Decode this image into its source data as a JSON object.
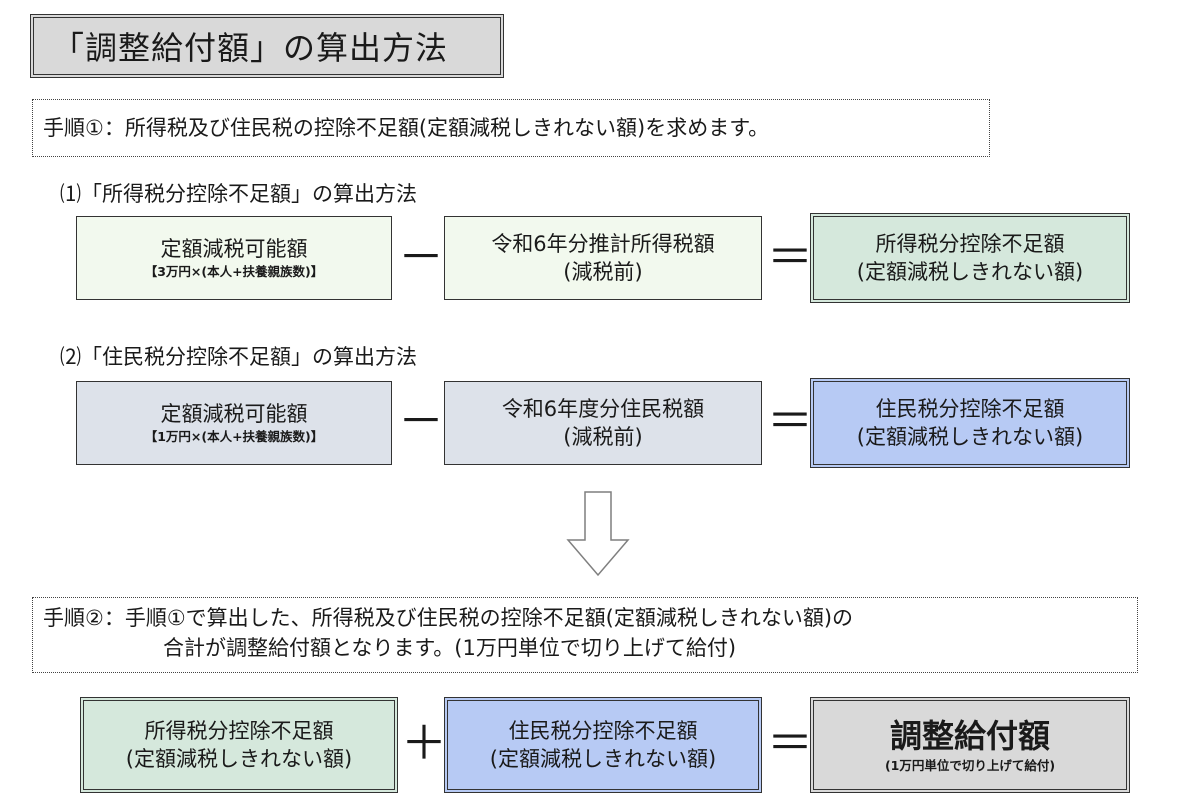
{
  "title": "「調整給付額」の算出方法",
  "step1": {
    "text": "手順①：所得税及び住民税の控除不足額(定額減税しきれない額)を求めます。"
  },
  "section1": {
    "heading": "⑴「所得税分控除不足額」の算出方法",
    "box_a": {
      "line1": "定額減税可能額",
      "line2": "【3万円×(本人+扶養親族数)】"
    },
    "minus": "－",
    "box_b": {
      "line1": "令和6年分推計所得税額",
      "line2": "(減税前)"
    },
    "equals": "＝",
    "box_c": {
      "line1": "所得税分控除不足額",
      "line2": "(定額減税しきれない額)"
    }
  },
  "section2": {
    "heading": "⑵「住民税分控除不足額」の算出方法",
    "box_a": {
      "line1": "定額減税可能額",
      "line2": "【1万円×(本人+扶養親族数)】"
    },
    "minus": "－",
    "box_b": {
      "line1": "令和6年度分住民税額",
      "line2": "(減税前)"
    },
    "equals": "＝",
    "box_c": {
      "line1": "住民税分控除不足額",
      "line2": "(定額減税しきれない額)"
    }
  },
  "step2": {
    "line1": "手順②：手順①で算出した、所得税及び住民税の控除不足額(定額減税しきれない額)の",
    "line2": "合計が調整給付額となります。(1万円単位で切り上げて給付)"
  },
  "result": {
    "box_a": {
      "line1": "所得税分控除不足額",
      "line2": "(定額減税しきれない額)"
    },
    "plus": "＋",
    "box_b": {
      "line1": "住民税分控除不足額",
      "line2": "(定額減税しきれない額)"
    },
    "equals": "＝",
    "box_c": {
      "line1": "調整給付額",
      "line2": "(1万円単位で切り上げて給付)"
    }
  },
  "colors": {
    "light_green": "#f2f9ee",
    "teal": "#d5e8dc",
    "grey_blue": "#dde2ea",
    "blue": "#b7caf4",
    "grey": "#d9d9d9"
  },
  "icons": {
    "arrow": "down-arrow-icon"
  }
}
